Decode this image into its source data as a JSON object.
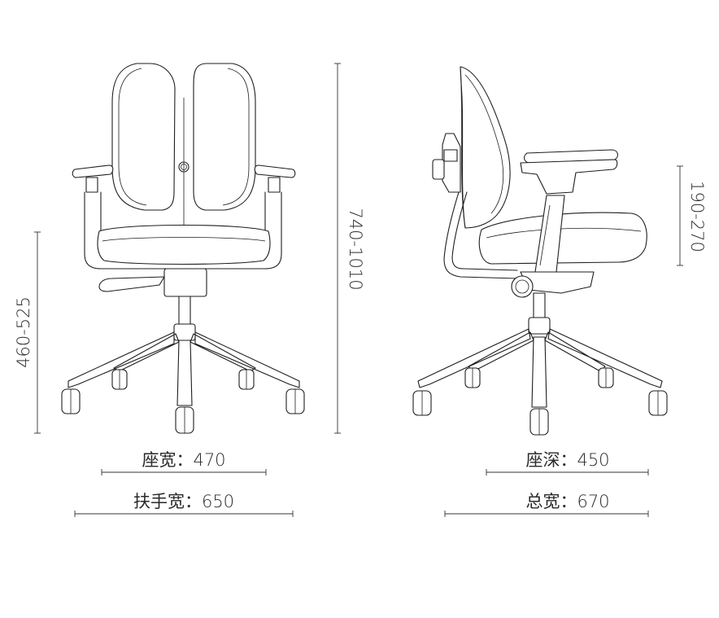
{
  "dimensions": {
    "seat_width": "座宽：470",
    "armrest_width": "扶手宽：650",
    "seat_height": "460-525",
    "overall_height": "740-1010",
    "armrest_height": "190-270",
    "seat_depth": "座深：450",
    "overall_width": "总宽：670"
  },
  "colors": {
    "line": "#1e1e1e",
    "text": "#2a2a2a",
    "background": "#ffffff"
  }
}
